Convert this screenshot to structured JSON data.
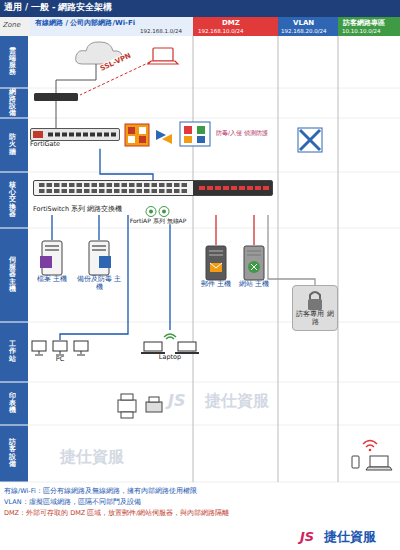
{
  "diagram": {
    "title": "通用 / 一般 - 網路安全架構",
    "nodes": [
      {
        "text": [
          "FortiGate"
        ]
      },
      {
        "text": [
          "FortiSwitch 系列 網路交換機"
        ]
      },
      {
        "text": [
          "FortiAP 系列 無線AP"
        ]
      },
      {
        "text": [
          "檔案 主機"
        ]
      },
      {
        "text": [
          "備份及防毒 主機"
        ]
      },
      {
        "text": [
          "郵件 主機"
        ]
      },
      {
        "text": [
          "網站 主機"
        ]
      },
      {
        "text": [
          "訪客專用 網路"
        ]
      },
      {
        "text": [
          "PC"
        ]
      },
      {
        "text": [
          "Laptop"
        ]
      }
    ],
    "edges": [
      {
        "from": 0,
        "to": 1,
        "arrow": "none"
      },
      {
        "from": 1,
        "to": 3,
        "arrow": "none"
      },
      {
        "from": 1,
        "to": 4,
        "arrow": "none"
      },
      {
        "from": 1,
        "to": 8,
        "arrow": "none"
      },
      {
        "from": 2,
        "to": 9,
        "arrow": "none"
      },
      {
        "from": 1,
        "to": 5,
        "arrow": "none"
      },
      {
        "from": 1,
        "to": 6,
        "arrow": "none"
      },
      {
        "from": 1,
        "to": 7,
        "arrow": "none"
      }
    ],
    "labels": [
      "Zone",
      "有線網路 / 公司內部網路/Wi-Fi",
      "DMZ",
      "VLAN",
      "訪客網路專區",
      "192.168.1.0/24",
      "192.168.10.0/24",
      "192.168.20.0/24",
      "10.10.10.0/24",
      "雲端服務",
      "網路設備",
      "防火牆",
      "核心交換器",
      "伺服器主機",
      "工作站",
      "印表機",
      "訪客設備",
      "SSL-VPN",
      "防毒/入侵 偵測防護",
      "有線/Wi-Fi：區分有線網路及無線網路，擁有內部網路使用權限",
      "VLAN：虛擬區域網路，區隔不同部門及設備",
      "DMZ：外部可存取的 DMZ 區域，放置郵件/網站伺服器，與內部網路隔離",
      "JS",
      "捷仕資服",
      "JS",
      "捷仕資服",
      "捷仕資服"
    ]
  }
}
